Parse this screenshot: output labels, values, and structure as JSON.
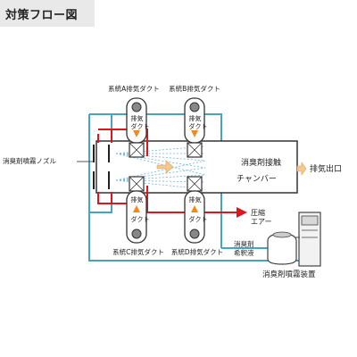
{
  "header": {
    "title": "対策フロー図"
  },
  "labels": {
    "duct_a": "系統A排気ダクト",
    "duct_b": "系統B排気ダクト",
    "duct_c": "系統C排気ダクト",
    "duct_d": "系統D排気ダクト",
    "nozzle": "消臭剤噴霧ノズル",
    "chamber_line1": "消臭剤接触",
    "chamber_line2": "チャンバー",
    "exhaust_outlet": "排気出口",
    "compressed_air_line1": "圧縮",
    "compressed_air_line2": "エアー",
    "diluent_line1": "消臭剤",
    "diluent_line2": "希釈液",
    "spray_device": "消臭剤噴霧装置",
    "damper_line1": "排",
    "damper_line2": "気",
    "damper_line3": "ダ",
    "damper_line4": "ク",
    "damper_line5": "ト"
  },
  "colors": {
    "air_line": "#e0141e",
    "liquid_line": "#4aa3bd",
    "duct": "#333333",
    "flow_arrow": "#f08a1c",
    "spray": "#6fb6d8",
    "exhaust_arrow": "#f5c88e",
    "title_bg": "#e9e9e9"
  }
}
